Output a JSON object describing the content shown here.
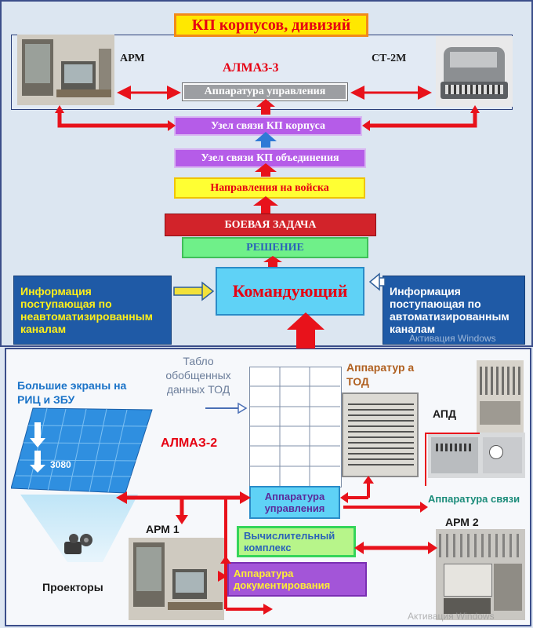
{
  "top": {
    "header": "КП корпусов, дивизий",
    "arm_label": "АРМ",
    "st2m_label": "СТ-2М",
    "almaz3_label": "АЛМАЗ-3",
    "apparatus_control": "Аппаратура управления",
    "node_corps": "Узел связи КП  корпуса",
    "node_union": "Узел связи КП объединения",
    "directions": "Направления на войска",
    "combat_task": "БОЕВАЯ ЗАДАЧА",
    "decision": "РЕШЕНИЕ",
    "commander": "Командующий",
    "info_left": "Информация поступающая по неавтоматизированным каналам",
    "info_right": "Информация поступающая по автоматизированным каналам"
  },
  "bottom": {
    "big_screens": "Большие экраны на РИЦ и ЗБУ",
    "screen_number": "3080",
    "tablo": "Табло обобщенных данных ТОД",
    "apparatus_tod": "Аппаратур а ТОД",
    "almaz2_label": "АЛМАЗ-2",
    "apd": "АПД",
    "apparatus_control": "Аппаратура управления",
    "apparatus_comm": "Аппаратура  связи",
    "arm1": "АРМ 1",
    "arm2": "АРМ 2",
    "computing": "Вычислительный комплекс",
    "documenting": "Аппаратура документирования",
    "projectors": "Проекторы"
  },
  "watermarks": {
    "activation_1": "Активация Windows",
    "activation_2": "Активация Windows"
  },
  "colors": {
    "arrow_red": "#e8121b",
    "arrow_blue": "#2f7ad6",
    "frame": "#3b4e8a"
  }
}
